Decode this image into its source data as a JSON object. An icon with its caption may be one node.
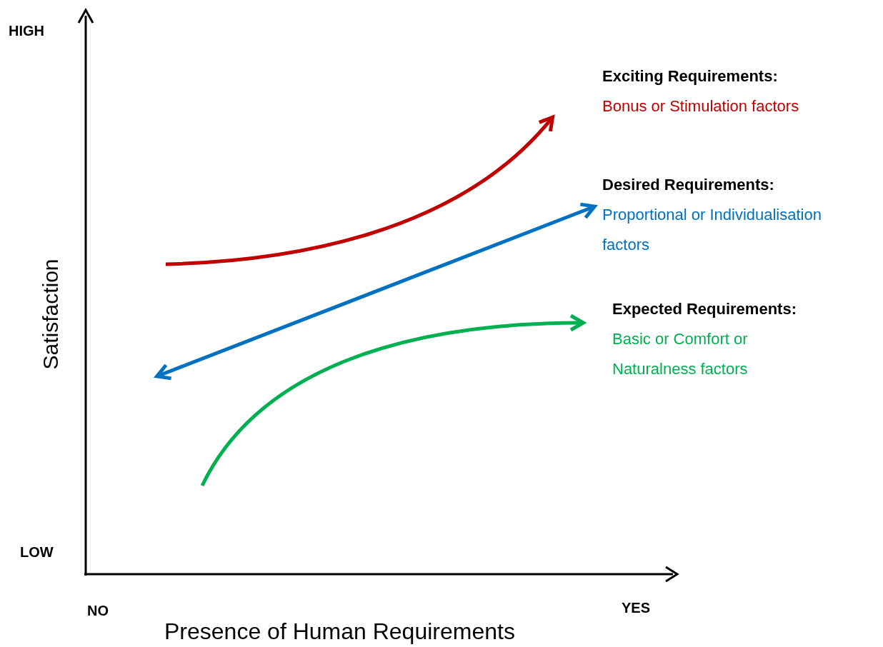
{
  "diagram": {
    "nodes": [
      {
        "text": [
          "Exciting Requirements:",
          "Bonus or Stimulation factors"
        ]
      },
      {
        "text": [
          "Desired Requirements:",
          "Proportional or Individualisation factors"
        ]
      },
      {
        "text": [
          "Expected Requirements:",
          "Basic or Comfort or Naturalness factors"
        ]
      }
    ],
    "edges": [
      {
        "from": null,
        "to": 0,
        "arrow": "to",
        "color": "#c00000"
      },
      {
        "from": null,
        "to": 1,
        "arrow": "both",
        "color": "#0070c0"
      },
      {
        "from": null,
        "to": 2,
        "arrow": "to",
        "color": "#00b050"
      }
    ],
    "labels": [
      "HIGH",
      "Satisfaction",
      "LOW",
      "NO",
      "YES",
      "Presence of Human Requirements"
    ]
  }
}
